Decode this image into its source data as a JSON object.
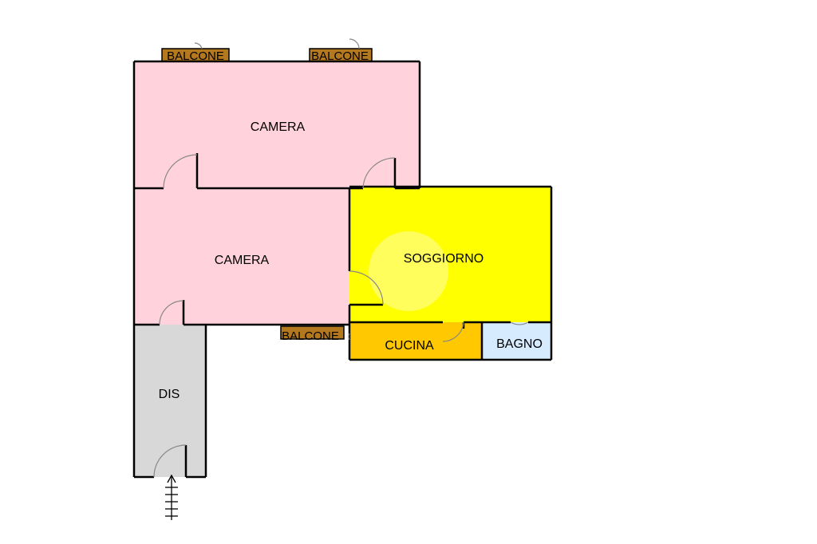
{
  "rooms": {
    "camera_top": {
      "label": "CAMERA"
    },
    "camera_mid": {
      "label": "CAMERA"
    },
    "soggiorno": {
      "label": "SOGGIORNO"
    },
    "cucina": {
      "label": "CUCINA"
    },
    "bagno": {
      "label": "BAGNO"
    },
    "dis": {
      "label": "DIS"
    }
  },
  "balconies": {
    "top_left": {
      "label": "BALCONE"
    },
    "top_right": {
      "label": "BALCONE"
    },
    "bottom": {
      "label": "BALCONE"
    }
  },
  "colors": {
    "camera": "#ffd2dc",
    "soggiorno": "#ffff00",
    "cucina": "#ffc800",
    "bagno": "#d7ebff",
    "dis": "#d8d8d8",
    "balcone": "#b4781e",
    "wall": "#000000"
  }
}
